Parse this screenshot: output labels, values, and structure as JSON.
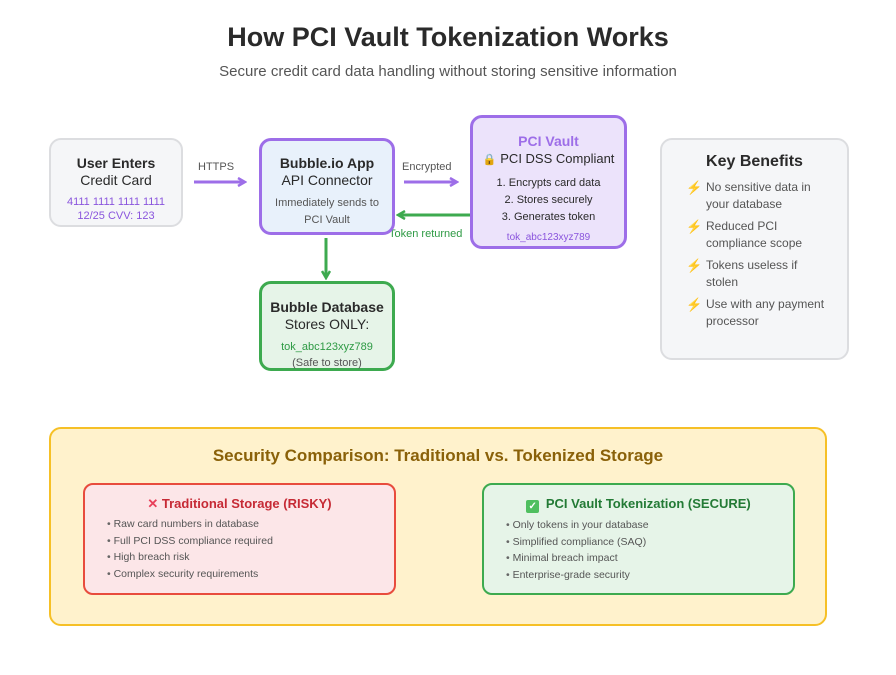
{
  "header": {
    "title": "How PCI Vault Tokenization Works",
    "subtitle": "Secure credit card data handling without storing sensitive information"
  },
  "flow": {
    "user": {
      "title": "User Enters",
      "subtitle": "Credit Card",
      "card_number": "4111 1111 1111 1111",
      "card_details": "12/25 CVV: 123"
    },
    "arrow_https": "HTTPS",
    "app": {
      "title": "Bubble.io App",
      "subtitle": "API Connector",
      "desc_line1": "Immediately sends to",
      "desc_line2": "PCI Vault"
    },
    "arrow_encrypted": "Encrypted",
    "arrow_token_returned": "Token returned",
    "vault": {
      "title": "PCI Vault",
      "lock_icon": "🔒",
      "subtitle": "PCI DSS Compliant",
      "steps": [
        "1. Encrypts card data",
        "2. Stores securely",
        "3. Generates token"
      ],
      "token": "tok_abc123xyz789"
    },
    "database": {
      "title": "Bubble Database",
      "subtitle": "Stores ONLY:",
      "token": "tok_abc123xyz789",
      "note": "(Safe to store)"
    }
  },
  "benefits": {
    "title": "Key Benefits",
    "icon": "⚡",
    "items": [
      "No sensitive data in your database",
      "Reduced PCI compliance scope",
      "Tokens useless if stolen",
      "Use with any payment processor"
    ]
  },
  "comparison": {
    "title": "Security Comparison: Traditional vs. Tokenized Storage",
    "traditional": {
      "icon": "✕",
      "title": "Traditional Storage (RISKY)",
      "items": [
        "Raw card numbers in database",
        "Full PCI DSS compliance required",
        "High breach risk",
        "Complex security requirements"
      ]
    },
    "tokenized": {
      "icon": "✓",
      "title": "PCI Vault Tokenization (SECURE)",
      "items": [
        "Only tokens in your database",
        "Simplified compliance (SAQ)",
        "Minimal breach impact",
        "Enterprise-grade security"
      ]
    }
  },
  "colors": {
    "purple": "#9d6ee8",
    "green": "#3daa4f",
    "red": "#e84c3d",
    "amber": "#f6c026"
  }
}
